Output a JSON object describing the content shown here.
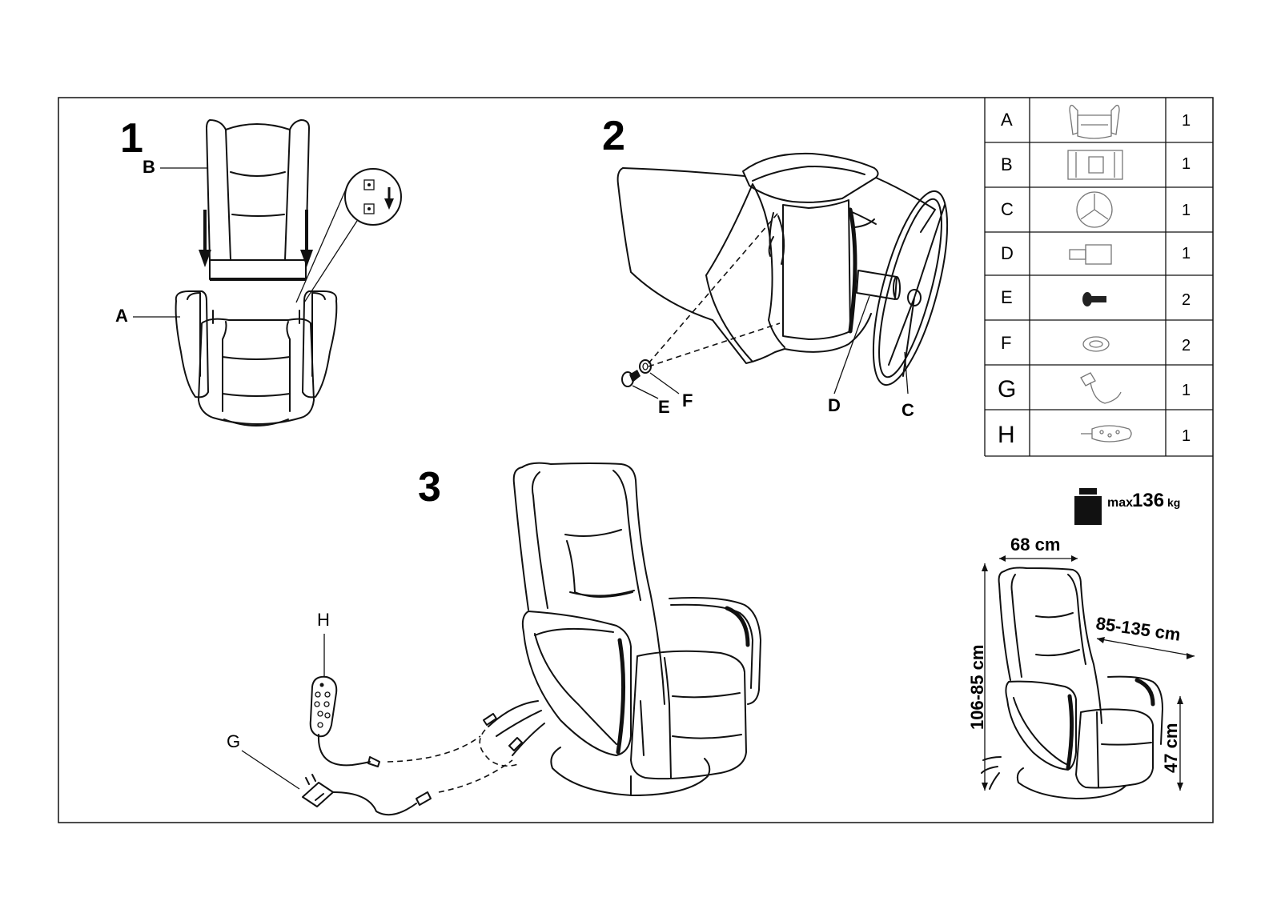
{
  "steps": [
    "1",
    "2",
    "3"
  ],
  "labels": {
    "a": "A",
    "b": "B",
    "c": "C",
    "d": "D",
    "e": "E",
    "f": "F",
    "g": "G",
    "h": "H"
  },
  "parts": [
    {
      "letter": "A",
      "qty": "1",
      "icon": "seat-base-icon"
    },
    {
      "letter": "B",
      "qty": "1",
      "icon": "backrest-icon"
    },
    {
      "letter": "C",
      "qty": "1",
      "icon": "swivel-base-icon"
    },
    {
      "letter": "D",
      "qty": "1",
      "icon": "connector-tube-icon"
    },
    {
      "letter": "E",
      "qty": "2",
      "icon": "bolt-icon"
    },
    {
      "letter": "F",
      "qty": "2",
      "icon": "washer-icon"
    },
    {
      "letter": "G",
      "qty": "1",
      "icon": "power-adapter-icon"
    },
    {
      "letter": "H",
      "qty": "1",
      "icon": "remote-control-icon"
    }
  ],
  "max_load": {
    "prefix": "max.",
    "value": "136",
    "unit": "kg"
  },
  "dimensions": {
    "width": "68 cm",
    "height": "106-85 cm",
    "depth": "85-135 cm",
    "seat_height": "47 cm"
  }
}
